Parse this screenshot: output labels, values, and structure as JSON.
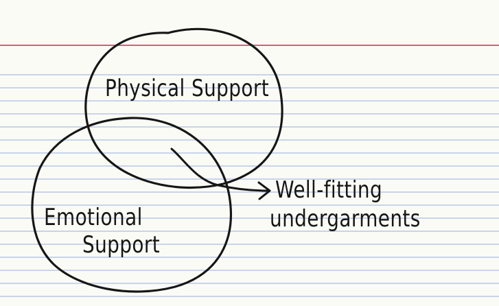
{
  "diagram": {
    "circles": {
      "physical": {
        "label": "Physical Support"
      },
      "emotional": {
        "label_line1": "Emotional",
        "label_line2": "Support"
      }
    },
    "result": {
      "line1": "Well-fitting",
      "line2": "undergarments"
    }
  },
  "colors": {
    "paper": "#fbfbf6",
    "rule_line": "#a9bde4",
    "margin_line": "#e05a78",
    "ink": "#161616"
  }
}
